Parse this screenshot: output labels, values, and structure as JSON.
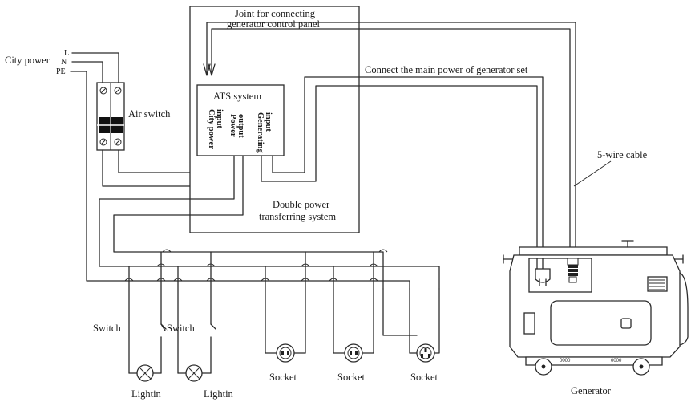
{
  "labels": {
    "city_power": "City power",
    "line_l": "L",
    "line_n": "N",
    "line_pe": "PE",
    "air_switch": "Air switch",
    "joint_line1": "Joint for connecting",
    "joint_line2": "generator control panel",
    "ats_system": "ATS system",
    "city_power_input_1": "City power",
    "city_power_input_2": "input",
    "power_output_1": "Power",
    "power_output_2": "output",
    "generating_input_1": "Generating",
    "generating_input_2": "input",
    "double_power_1": "Double power",
    "double_power_2": "transferring system",
    "connect_main": "Connect the main power of generator set",
    "five_wire": "5-wire cable",
    "generator": "Generator",
    "wheel_mark_1": "0000",
    "wheel_mark_2": "0000"
  },
  "loads": [
    {
      "switch_label": "Switch",
      "load_label": "Lightin"
    },
    {
      "switch_label": "Switch",
      "load_label": "Lightin"
    },
    {
      "load_label": "Socket"
    },
    {
      "load_label": "Socket"
    },
    {
      "load_label": "Socket"
    }
  ],
  "icons": [
    "air-switch-icon",
    "switch-icon",
    "lamp-icon",
    "socket-icon",
    "plug-icon",
    "generator-icon"
  ]
}
